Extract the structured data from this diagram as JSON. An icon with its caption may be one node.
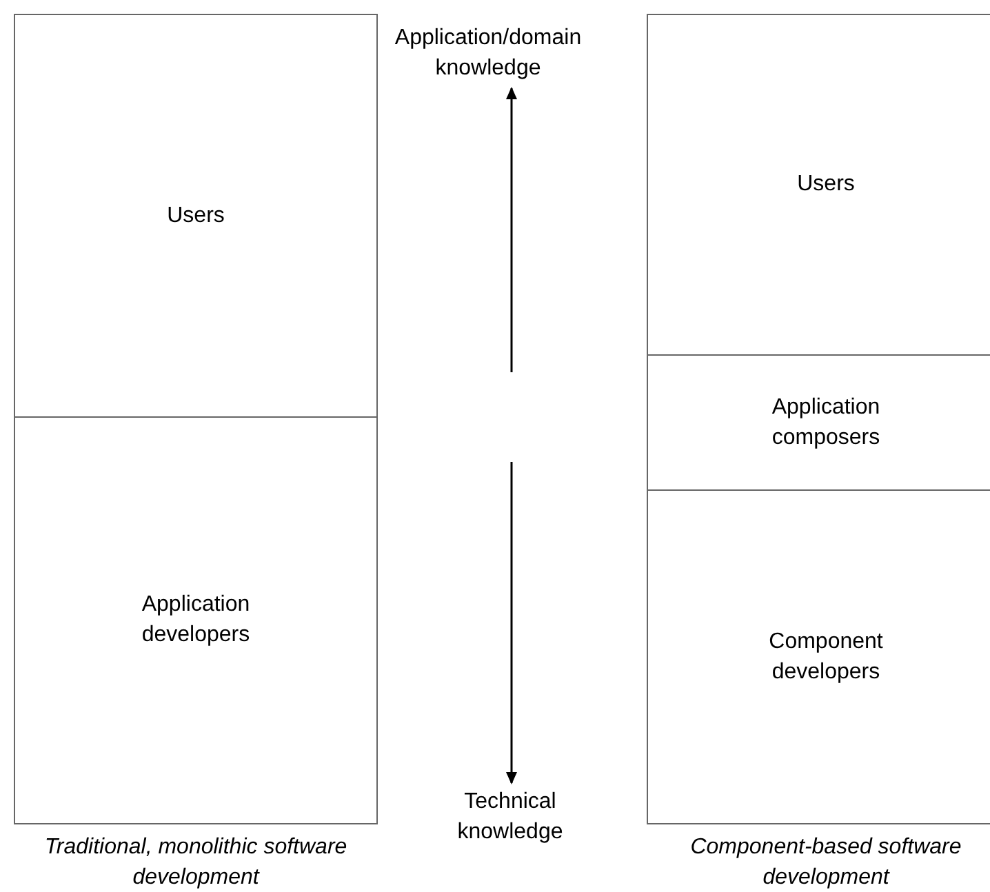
{
  "diagram": {
    "nodes": [
      {
        "text": [
          "Users"
        ]
      },
      {
        "text": [
          "Application developers"
        ]
      },
      {
        "text": [
          "Application/domain knowledge"
        ]
      },
      {
        "text": [
          "Technical knowledge"
        ]
      },
      {
        "text": [
          "Users"
        ]
      },
      {
        "text": [
          "Application composers"
        ]
      },
      {
        "text": [
          "Component developers"
        ]
      }
    ],
    "edges": [
      {
        "from": null,
        "to": 2,
        "arrow": "to"
      },
      {
        "from": null,
        "to": 3,
        "arrow": "to"
      }
    ],
    "labels": [
      "Traditional, monolithic software development",
      "Component-based software development"
    ]
  }
}
